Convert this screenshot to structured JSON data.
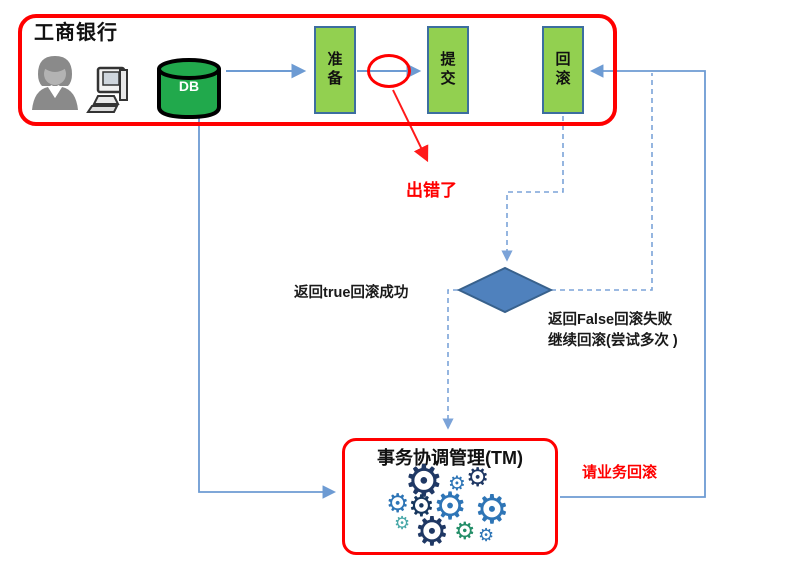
{
  "bank": {
    "title": "工商银行",
    "db_label": "DB",
    "steps": [
      {
        "label": "准备"
      },
      {
        "label": "提交"
      },
      {
        "label": "回滚"
      }
    ]
  },
  "annotations": {
    "error": "出错了",
    "rollback_success": "返回true回滚成功",
    "rollback_fail_line1": "返回False回滚失败",
    "rollback_fail_line2": "继续回滚(尝试多次 )",
    "request_rollback": "请业务回滚"
  },
  "tm": {
    "title": "事务协调管理(TM)"
  },
  "icons": {
    "gear_glyph": "⚙",
    "names": [
      "woman-avatar-icon",
      "computer-icon",
      "database-cylinder-icon",
      "gears-cluster-icon"
    ]
  },
  "colors": {
    "frame_red": "#ff0000",
    "step_green": "#92d050",
    "step_border": "#3c6e9f",
    "db_green": "#21a94c",
    "connector_blue": "#6d9bd3",
    "dashed_blue": "#7ba3d8",
    "diamond_fill": "#4f81bd",
    "diamond_border": "#38618c",
    "error_red": "#ff0000",
    "text_black": "#1a1a1a"
  }
}
